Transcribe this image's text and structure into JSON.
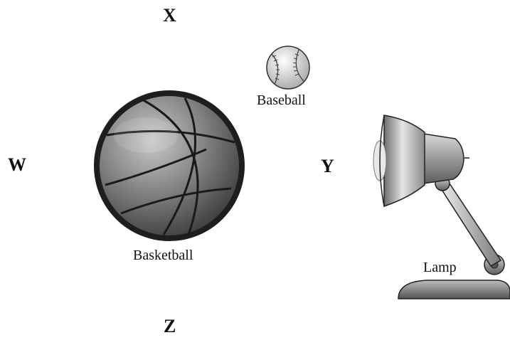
{
  "directions": {
    "top": "X",
    "left": "W",
    "middle": "Y",
    "bottom": "Z"
  },
  "objects": {
    "baseball": "Baseball",
    "basketball": "Basketball",
    "lamp": "Lamp"
  }
}
